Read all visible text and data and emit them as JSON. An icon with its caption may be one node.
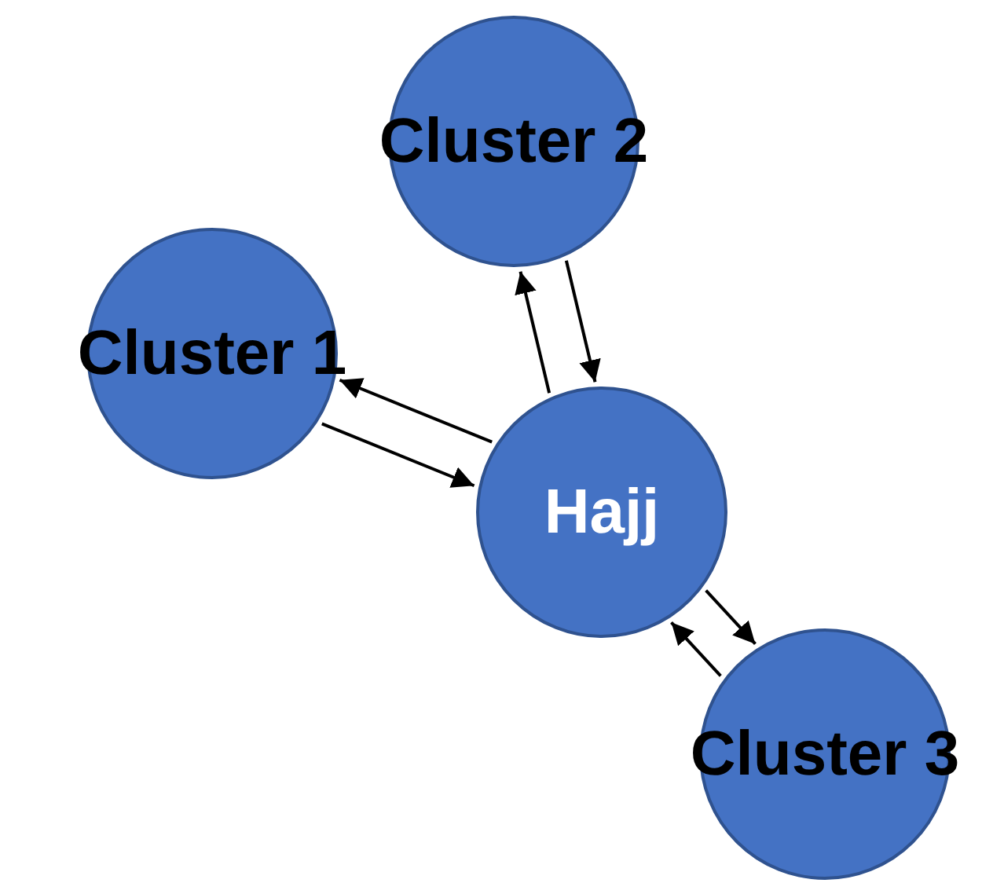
{
  "diagram": {
    "nodes": [
      {
        "text": [
          "Cluster 2"
        ]
      },
      {
        "text": [
          "Cluster 1"
        ]
      },
      {
        "text": [
          "Hajj"
        ]
      },
      {
        "text": [
          "Cluster 3"
        ]
      }
    ],
    "edges": [
      {
        "from": 2,
        "to": 0,
        "arrow": "to"
      },
      {
        "from": 0,
        "to": 2,
        "arrow": "to"
      },
      {
        "from": 2,
        "to": 1,
        "arrow": "to"
      },
      {
        "from": 1,
        "to": 2,
        "arrow": "to"
      },
      {
        "from": 2,
        "to": 3,
        "arrow": "to"
      },
      {
        "from": 3,
        "to": 2,
        "arrow": "to"
      }
    ]
  }
}
